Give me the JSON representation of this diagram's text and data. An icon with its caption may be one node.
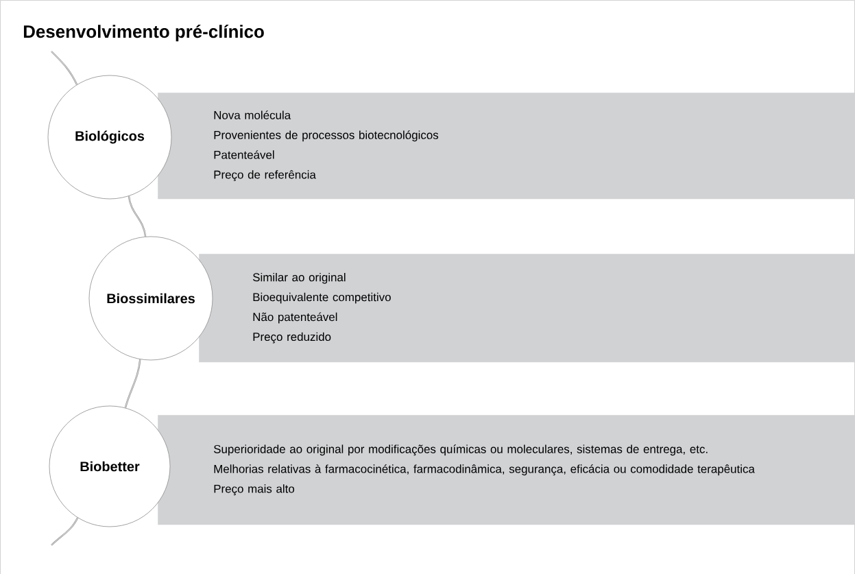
{
  "diagram": {
    "title": "Desenvolvimento pré-clínico",
    "nodes": [
      {
        "text": [
          "Biológicos"
        ]
      },
      {
        "text": [
          "Nova molécula",
          "Provenientes de processos biotecnológicos",
          "Patenteável",
          "Preço de referência"
        ]
      },
      {
        "text": [
          "Biossimilares"
        ]
      },
      {
        "text": [
          "Similar ao original",
          "Bioequivalente competitivo",
          "Não patenteável",
          "Preço reduzido"
        ]
      },
      {
        "text": [
          "Biobetter"
        ]
      },
      {
        "text": [
          "Superioridade ao original por modificações químicas ou moleculares, sistemas de entrega, etc.",
          "Melhorias relativas à farmacocinética, farmacodinâmica, segurança, eficácia ou comodidade terapêutica",
          "Preço mais alto"
        ]
      }
    ],
    "edges": [
      {
        "from": null,
        "to": 0,
        "arrow": "none"
      },
      {
        "from": 0,
        "to": 2,
        "arrow": "none"
      },
      {
        "from": 2,
        "to": 4,
        "arrow": "none"
      },
      {
        "from": 4,
        "to": null,
        "arrow": "none"
      }
    ]
  }
}
